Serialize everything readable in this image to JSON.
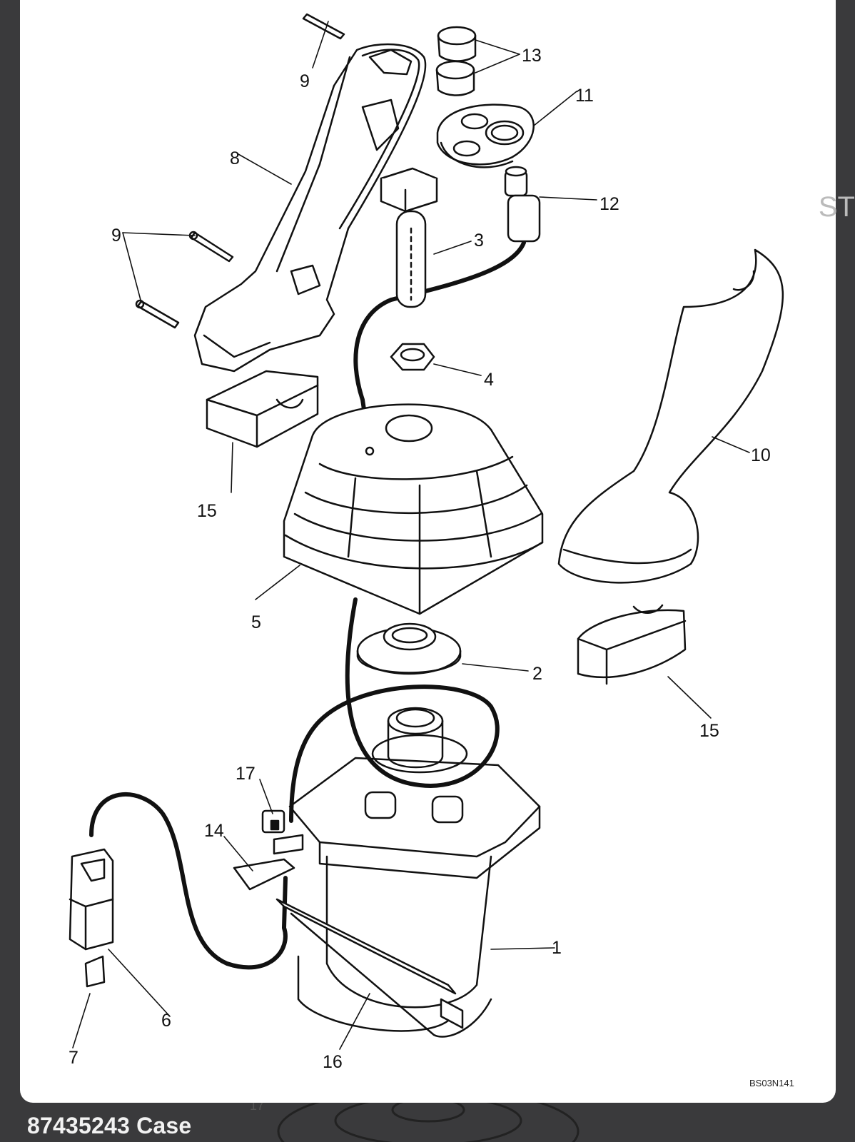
{
  "diagram": {
    "drawing_code": "BS03N141",
    "callouts": [
      "1",
      "2",
      "3",
      "4",
      "5",
      "6",
      "7",
      "8",
      "9",
      "9",
      "10",
      "11",
      "12",
      "13",
      "14",
      "15",
      "15",
      "16",
      "17"
    ]
  },
  "caption": "87435243 Case",
  "edge_text": "ST",
  "ghost_label": "17"
}
